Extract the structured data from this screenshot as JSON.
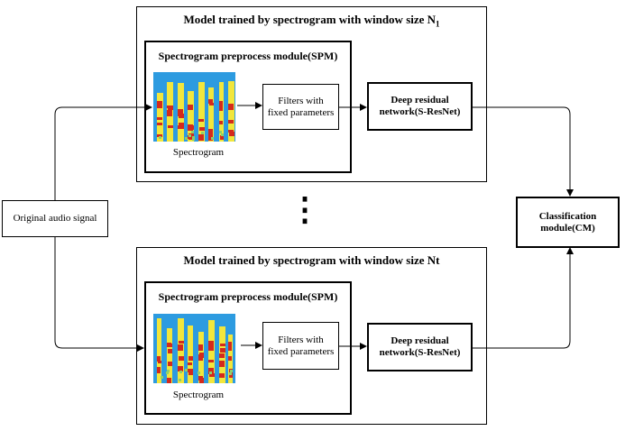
{
  "model_top": {
    "title_prefix": "Model trained by spectrogram with window size N",
    "title_subscript": "1",
    "spm_title": "Spectrogram preprocess module(SPM)",
    "spectrogram_label": "Spectrogram",
    "filters_label": "Filters with fixed parameters",
    "resnet_label": "Deep residual network(S-ResNet)"
  },
  "model_bottom": {
    "title": "Model trained by spectrogram with window size Nt",
    "spm_title": "Spectrogram preprocess module(SPM)",
    "spectrogram_label": "Spectrogram",
    "filters_label": "Filters with fixed parameters",
    "resnet_label": "Deep residual network(S-ResNet)"
  },
  "input_label": "Original audio signal",
  "output_label": "Classification module(CM)",
  "ellipsis": "⋮",
  "colors": {
    "spec_low": "#2d9be0",
    "spec_mid": "#f2e63c",
    "spec_high": "#d42a1c"
  }
}
